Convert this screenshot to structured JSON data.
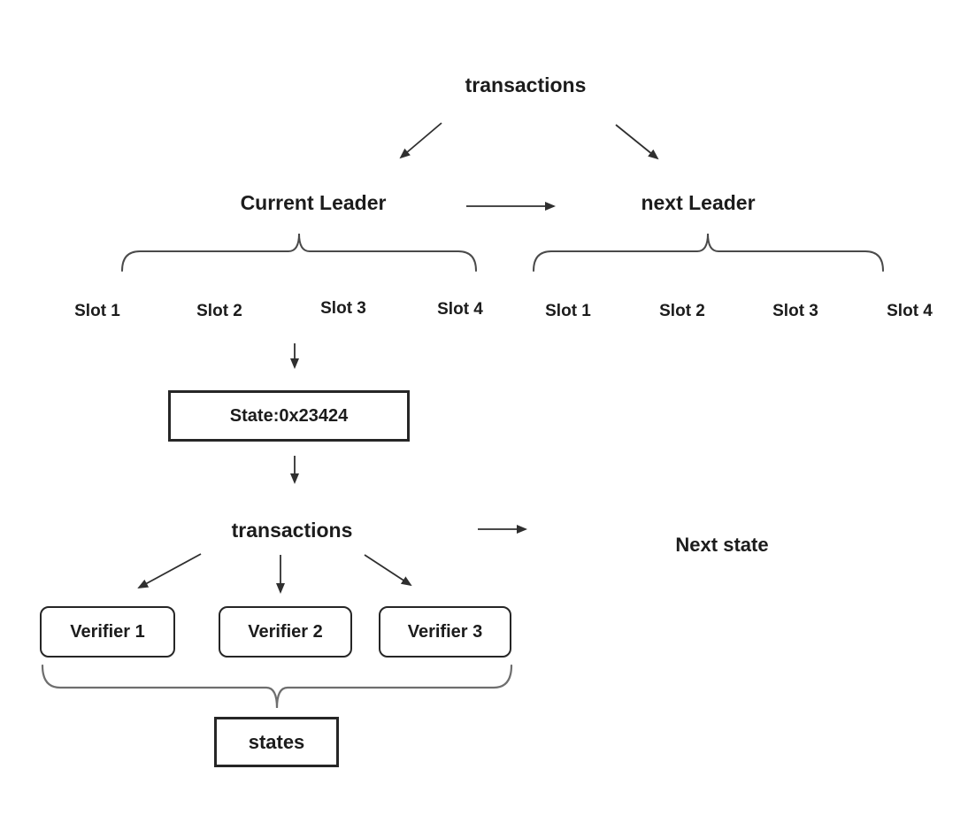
{
  "diagram": {
    "transactions_top": "transactions",
    "current_leader": "Current Leader",
    "next_leader": "next Leader",
    "current_slots": [
      "Slot 1",
      "Slot 2",
      "Slot 3",
      "Slot 4"
    ],
    "next_slots": [
      "Slot 1",
      "Slot 2",
      "Slot 3",
      "Slot 4"
    ],
    "state_box": "State:0x23424",
    "transactions_mid": "transactions",
    "next_state": "Next state",
    "verifiers": [
      "Verifier 1",
      "Verifier 2",
      "Verifier 3"
    ],
    "states_box": "states"
  },
  "colors": {
    "line": "#2f2f2f",
    "brace": "#4a4a4a",
    "brace_bottom": "#6e6e6e",
    "box_border": "#262626",
    "text": "#1c1c1c",
    "bg": "#ffffff"
  }
}
